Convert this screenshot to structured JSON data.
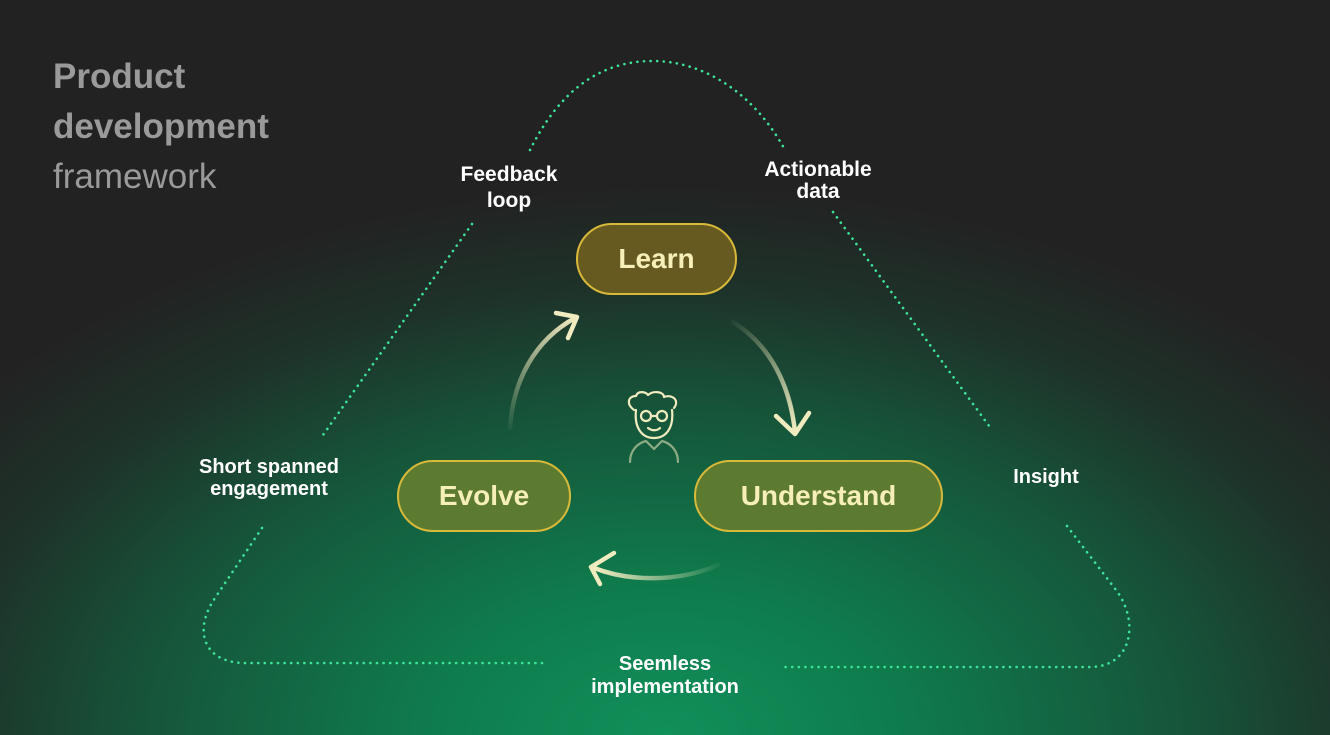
{
  "title": {
    "line1": "Product",
    "line2": "development",
    "line3": "framework"
  },
  "outer_labels": {
    "feedback_loop": [
      "Feedback",
      "loop"
    ],
    "actionable_data": [
      "Actionable",
      "data"
    ],
    "short_spanned": [
      "Short spanned",
      "engagement"
    ],
    "insight": "Insight",
    "seemless": [
      "Seemless",
      "implementation"
    ]
  },
  "stages": {
    "learn": "Learn",
    "evolve": "Evolve",
    "understand": "Understand"
  },
  "colors": {
    "dotted_line": "#3ee39a",
    "pill_border": "#d8b93a",
    "pill_learn_fill": "#675a20",
    "pill_other_fill": "#5c7b30",
    "pill_text": "#f6efb8",
    "arrow": "#f1ecc0"
  },
  "icons": {
    "center": "developer-icon"
  }
}
